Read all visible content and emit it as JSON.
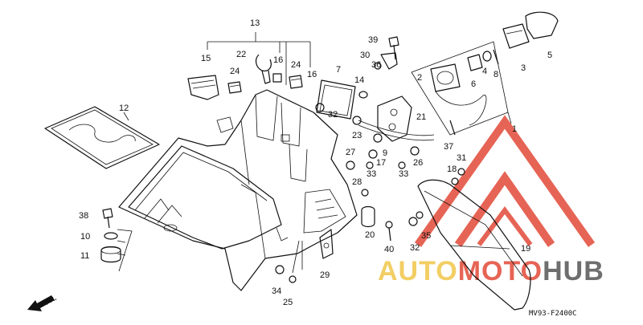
{
  "diagram": {
    "drawing_code": "MV93-F2400C",
    "front_label": "FR.",
    "watermark": {
      "text_prefix": "AUTO",
      "text_mid": "MOTO",
      "text_suffix": "HUB",
      "color_prefix": "#f0c64a",
      "color_mid": "#e24a38",
      "color_suffix": "#555555"
    },
    "callouts": [
      {
        "id": "c1",
        "label": "1"
      },
      {
        "id": "c2",
        "label": "2"
      },
      {
        "id": "c3",
        "label": "3"
      },
      {
        "id": "c4",
        "label": "4"
      },
      {
        "id": "c5",
        "label": "5"
      },
      {
        "id": "c6",
        "label": "6"
      },
      {
        "id": "c7",
        "label": "7"
      },
      {
        "id": "c8",
        "label": "8"
      },
      {
        "id": "c9",
        "label": "9"
      },
      {
        "id": "c10",
        "label": "10"
      },
      {
        "id": "c11",
        "label": "11"
      },
      {
        "id": "c12",
        "label": "12"
      },
      {
        "id": "c13",
        "label": "13"
      },
      {
        "id": "c14",
        "label": "14"
      },
      {
        "id": "c15",
        "label": "15"
      },
      {
        "id": "c16a",
        "label": "16"
      },
      {
        "id": "c16b",
        "label": "16"
      },
      {
        "id": "c17",
        "label": "17"
      },
      {
        "id": "c18",
        "label": "18"
      },
      {
        "id": "c19",
        "label": "19"
      },
      {
        "id": "c20",
        "label": "20"
      },
      {
        "id": "c21",
        "label": "21"
      },
      {
        "id": "c22",
        "label": "22"
      },
      {
        "id": "c23",
        "label": "23"
      },
      {
        "id": "c24a",
        "label": "24"
      },
      {
        "id": "c24b",
        "label": "24"
      },
      {
        "id": "c25",
        "label": "25"
      },
      {
        "id": "c26",
        "label": "26"
      },
      {
        "id": "c27",
        "label": "27"
      },
      {
        "id": "c28",
        "label": "28"
      },
      {
        "id": "c29",
        "label": "29"
      },
      {
        "id": "c30",
        "label": "30"
      },
      {
        "id": "c31",
        "label": "31"
      },
      {
        "id": "c32a",
        "label": "32"
      },
      {
        "id": "c32b",
        "label": "32"
      },
      {
        "id": "c33a",
        "label": "33"
      },
      {
        "id": "c33b",
        "label": "33"
      },
      {
        "id": "c34",
        "label": "34"
      },
      {
        "id": "c35",
        "label": "35"
      },
      {
        "id": "c36",
        "label": "36"
      },
      {
        "id": "c37",
        "label": "37"
      },
      {
        "id": "c38",
        "label": "38"
      },
      {
        "id": "c39",
        "label": "39"
      },
      {
        "id": "c40",
        "label": "40"
      }
    ]
  }
}
